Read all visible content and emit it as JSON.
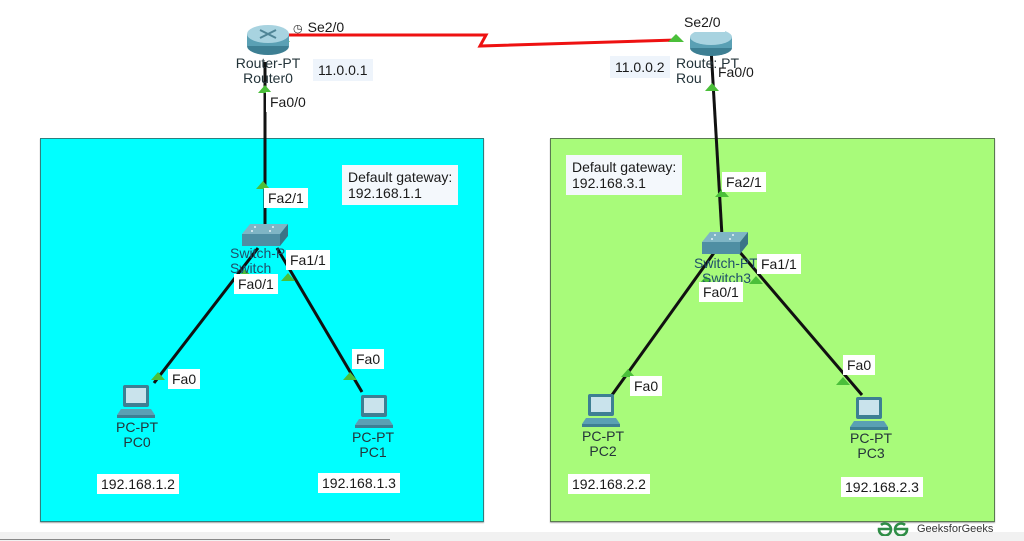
{
  "diagram": {
    "colors": {
      "left_zone": "#00ffff",
      "right_zone": "#a8fb7a",
      "serial_link": "#ee1111",
      "ethernet_link": "#111111",
      "port_up": "#4bbf3a"
    },
    "routers": [
      {
        "id": "router0",
        "model": "Router-PT",
        "name": "Router0",
        "serial_port": "Se2/0",
        "serial_ip": "11.0.0.1",
        "lan_port": "Fa0/0",
        "clock_icon": "clock-icon"
      },
      {
        "id": "router1",
        "model": "Router-PT",
        "name": "Router1",
        "model_visible": "Route: PT",
        "name_visible": "Rou",
        "serial_port": "Se2/0",
        "serial_ip": "11.0.0.2",
        "lan_port": "Fa0/0"
      }
    ],
    "switches": [
      {
        "id": "switch0",
        "model": "Switch-PT",
        "name": "Switch",
        "model_visible": "Switch-P",
        "name_visible": "Switch",
        "uplink_port": "Fa2/1",
        "port_a": "Fa0/1",
        "port_b": "Fa1/1"
      },
      {
        "id": "switch1",
        "model": "Switch-PT",
        "name": "Switch3",
        "model_visible": "Switch-PT",
        "name_visible": "Switch3",
        "uplink_port": "Fa2/1",
        "port_a": "Fa0/1",
        "port_b": "Fa1/1"
      }
    ],
    "pcs": [
      {
        "id": "pc0",
        "model": "PC-PT",
        "name": "PC0",
        "port": "Fa0",
        "ip": "192.168.1.2"
      },
      {
        "id": "pc1",
        "model": "PC-PT",
        "name": "PC1",
        "port": "Fa0",
        "ip": "192.168.1.3"
      },
      {
        "id": "pc2",
        "model": "PC-PT",
        "name": "PC2",
        "port": "Fa0",
        "ip": "192.168.2.2"
      },
      {
        "id": "pc3",
        "model": "PC-PT",
        "name": "PC3",
        "port": "Fa0",
        "ip": "192.168.2.3"
      }
    ],
    "notes": [
      {
        "line1": "Default gateway:",
        "line2": "192.168.1.1"
      },
      {
        "line1": "Default gateway:",
        "line2": "192.168.3.1"
      }
    ],
    "links": [
      {
        "type": "serial",
        "from": "router0",
        "to": "router1"
      },
      {
        "type": "ethernet",
        "from": "router0",
        "to": "switch0"
      },
      {
        "type": "ethernet",
        "from": "router1",
        "to": "switch1"
      },
      {
        "type": "ethernet",
        "from": "switch0",
        "to": "pc0"
      },
      {
        "type": "ethernet",
        "from": "switch0",
        "to": "pc1"
      },
      {
        "type": "ethernet",
        "from": "switch1",
        "to": "pc2"
      },
      {
        "type": "ethernet",
        "from": "switch1",
        "to": "pc3"
      }
    ]
  },
  "watermark": {
    "text": "GeeksforGeeks",
    "icon": "gfg-logo-icon"
  }
}
